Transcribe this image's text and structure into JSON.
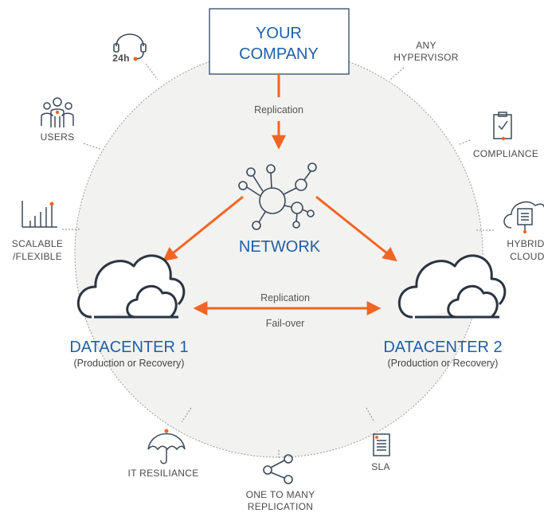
{
  "company": {
    "line1": "YOUR",
    "line2": "COMPANY"
  },
  "flows": {
    "company_to_network": "Replication",
    "between_dc_top": "Replication",
    "between_dc_bottom": "Fail-over"
  },
  "network": {
    "label": "NETWORK"
  },
  "datacenters": [
    {
      "title": "DATACENTER 1",
      "subtitle": "(Production or Recovery)"
    },
    {
      "title": "DATACENTER 2",
      "subtitle": "(Production or Recovery)"
    }
  ],
  "features": {
    "support": {
      "label": "24h",
      "icon": "headset-icon"
    },
    "users": {
      "label": "USERS",
      "icon": "users-icon"
    },
    "scalable": {
      "line1": "SCALABLE",
      "line2": "/FLEXIBLE",
      "icon": "bar-chart-icon"
    },
    "hypervisor": {
      "line1": "ANY",
      "line2": "HYPERVISOR"
    },
    "compliance": {
      "label": "COMPLIANCE",
      "icon": "clipboard-check-icon"
    },
    "hybrid": {
      "line1": "HYBRID",
      "line2": "CLOUD",
      "icon": "cloud-server-icon"
    },
    "resiliance": {
      "label": "IT RESILIANCE",
      "icon": "umbrella-icon"
    },
    "one_to_many": {
      "line1": "ONE TO MANY",
      "line2": "REPLICATION",
      "icon": "share-icon"
    },
    "sla": {
      "label": "SLA",
      "icon": "document-icon"
    }
  },
  "colors": {
    "accent": "#f26522",
    "brand_blue": "#1f5fa6",
    "circle_fill": "#f2f2f1",
    "line": "#3b4a5a"
  }
}
